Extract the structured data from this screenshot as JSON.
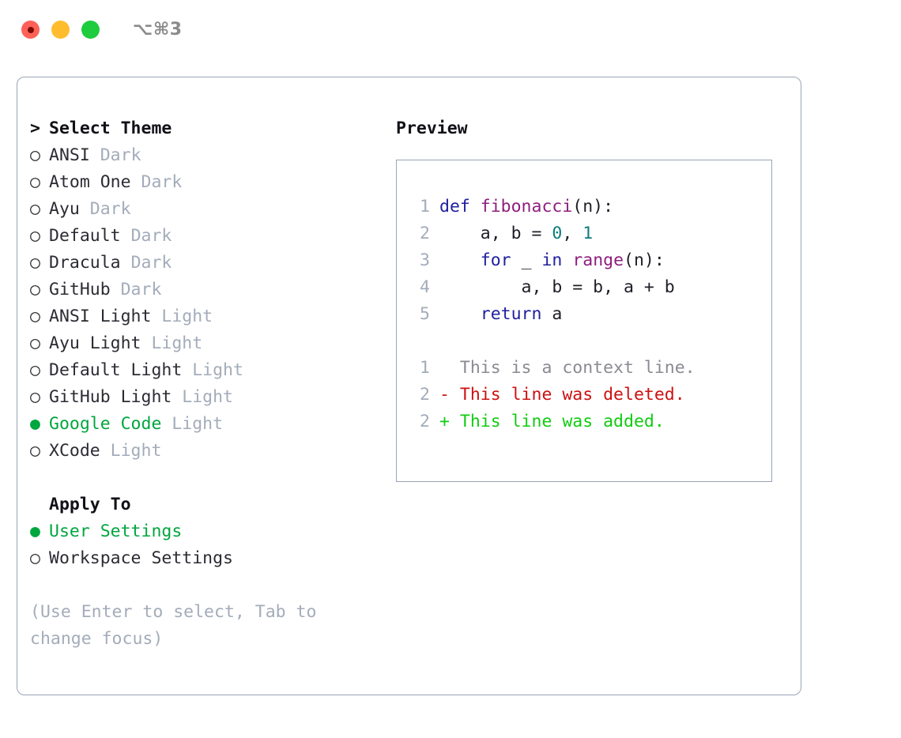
{
  "window": {
    "shortcut": "⌥⌘3",
    "traffic_lights": [
      "close",
      "minimize",
      "maximize"
    ]
  },
  "theme_panel": {
    "heading": "Select Theme",
    "heading_marker": ">",
    "items": [
      {
        "marker": "○",
        "name": "ANSI",
        "variant": "Dark",
        "selected": false
      },
      {
        "marker": "○",
        "name": "Atom One",
        "variant": "Dark",
        "selected": false
      },
      {
        "marker": "○",
        "name": "Ayu",
        "variant": "Dark",
        "selected": false
      },
      {
        "marker": "○",
        "name": "Default",
        "variant": "Dark",
        "selected": false
      },
      {
        "marker": "○",
        "name": "Dracula",
        "variant": "Dark",
        "selected": false
      },
      {
        "marker": "○",
        "name": "GitHub",
        "variant": "Dark",
        "selected": false
      },
      {
        "marker": "○",
        "name": "ANSI Light",
        "variant": "Light",
        "selected": false
      },
      {
        "marker": "○",
        "name": "Ayu Light",
        "variant": "Light",
        "selected": false
      },
      {
        "marker": "○",
        "name": "Default Light",
        "variant": "Light",
        "selected": false
      },
      {
        "marker": "○",
        "name": "GitHub Light",
        "variant": "Light",
        "selected": false
      },
      {
        "marker": "●",
        "name": "Google Code",
        "variant": "Light",
        "selected": true
      },
      {
        "marker": "○",
        "name": "XCode",
        "variant": "Light",
        "selected": false
      }
    ]
  },
  "apply_to": {
    "heading": "Apply To",
    "items": [
      {
        "marker": "●",
        "label": "User Settings",
        "selected": true
      },
      {
        "marker": "○",
        "label": "Workspace Settings",
        "selected": false
      }
    ]
  },
  "hint": "(Use Enter to select, Tab to change focus)",
  "preview": {
    "title": "Preview",
    "code_lines": [
      {
        "num": "1",
        "tokens": [
          {
            "t": "def ",
            "c": "kw"
          },
          {
            "t": "fibonacci",
            "c": "fn"
          },
          {
            "t": "(n):",
            "c": "plain"
          }
        ]
      },
      {
        "num": "2",
        "tokens": [
          {
            "t": "    a, b = ",
            "c": "plain"
          },
          {
            "t": "0",
            "c": "num"
          },
          {
            "t": ", ",
            "c": "plain"
          },
          {
            "t": "1",
            "c": "num"
          }
        ]
      },
      {
        "num": "3",
        "tokens": [
          {
            "t": "    ",
            "c": "plain"
          },
          {
            "t": "for",
            "c": "kw"
          },
          {
            "t": " _ ",
            "c": "plain"
          },
          {
            "t": "in",
            "c": "kw"
          },
          {
            "t": " ",
            "c": "plain"
          },
          {
            "t": "range",
            "c": "fn"
          },
          {
            "t": "(n):",
            "c": "plain"
          }
        ]
      },
      {
        "num": "4",
        "tokens": [
          {
            "t": "        a, b = b, a + b",
            "c": "plain"
          }
        ]
      },
      {
        "num": "5",
        "tokens": [
          {
            "t": "    ",
            "c": "plain"
          },
          {
            "t": "return",
            "c": "kw"
          },
          {
            "t": " a",
            "c": "plain"
          }
        ]
      }
    ],
    "diff_lines": [
      {
        "num": "1",
        "tokens": [
          {
            "t": "  This is a context line.",
            "c": "ctx"
          }
        ]
      },
      {
        "num": "2",
        "tokens": [
          {
            "t": "- This line was deleted.",
            "c": "del"
          }
        ]
      },
      {
        "num": "2",
        "tokens": [
          {
            "t": "+ This line was added.",
            "c": "add"
          }
        ]
      }
    ]
  },
  "colors": {
    "accent_green": "#00A63E",
    "muted": "#A3ACBA",
    "border": "#9AA5B4",
    "keyword": "#2020A0",
    "function": "#8E1E7E",
    "number": "#0E7C7B",
    "diff_deleted": "#CC1111",
    "diff_added": "#11CC11",
    "traffic_close": "#FF6058",
    "traffic_minimize": "#FFBD2E",
    "traffic_maximize": "#1ECC3E"
  }
}
